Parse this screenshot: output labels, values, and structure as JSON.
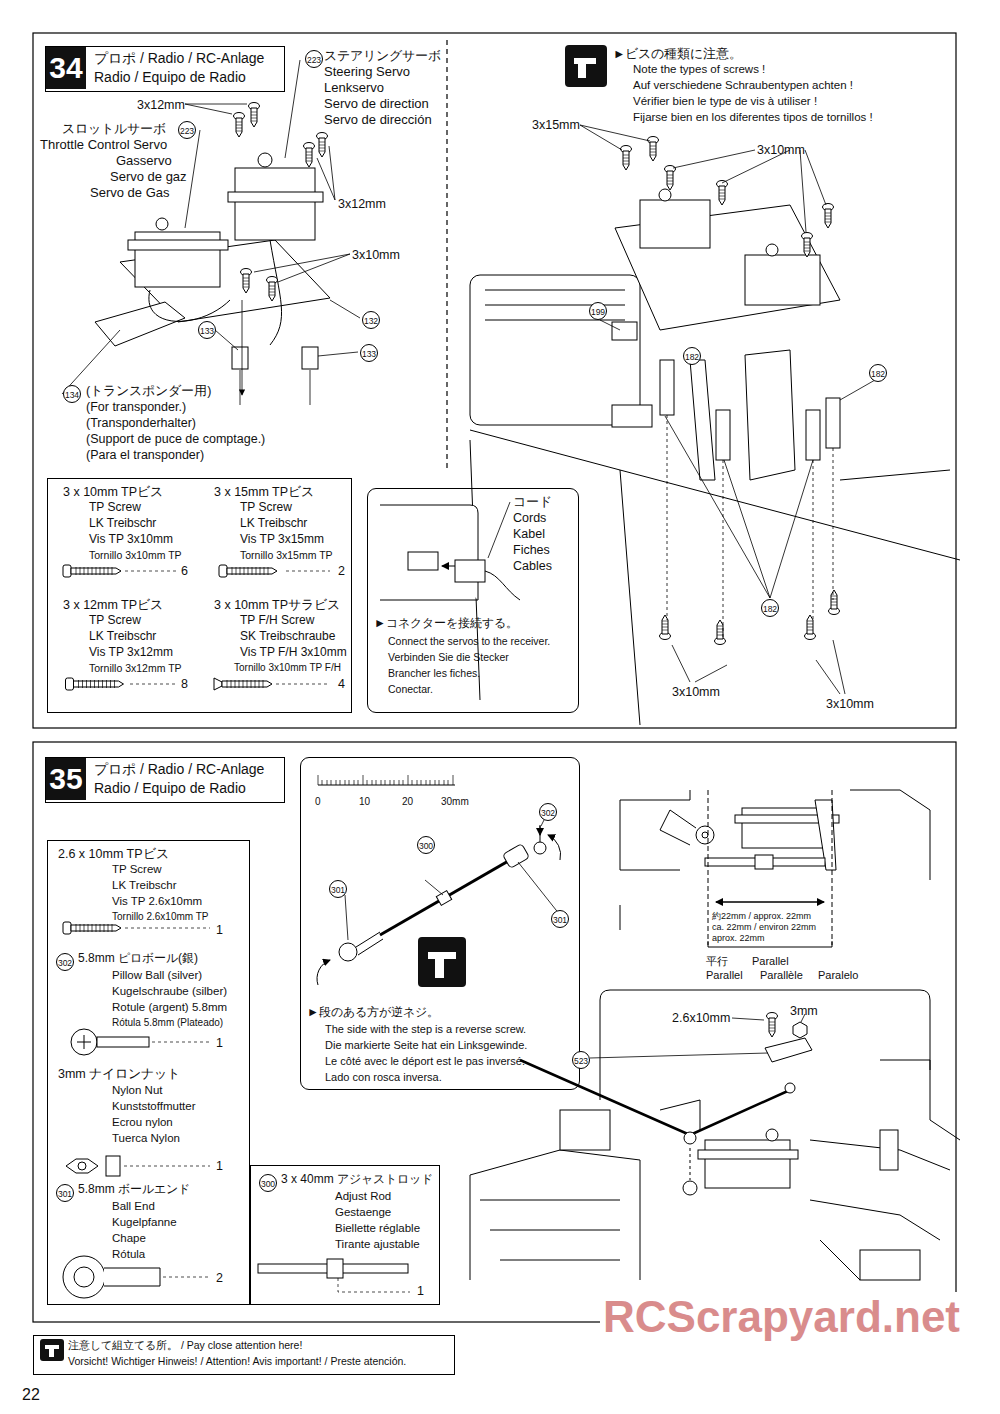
{
  "diagram": {
    "nodes": [
      {
        "text": [
          "34",
          "プロポ / Radio / RC-Anlage",
          "Radio / Equipo de Radio"
        ]
      },
      {
        "text": [
          "3 x 10mm TPビス",
          "TP Screw",
          "LK Treibschr",
          "Vis TP 3x10mm",
          "Tornillo 3x10mm TP",
          "6",
          "3 x 15mm TPビス",
          "TP Screw",
          "LK Treibschr",
          "Vis TP 3x15mm",
          "Tornillo 3x15mm TP",
          "2",
          "3 x 12mm TPビス",
          "TP Screw",
          "LK Treibschr",
          "Vis TP 3x12mm",
          "Tornillo 3x12mm TP",
          "8",
          "3 x 10mm TPサラビス",
          "TP F/H Screw",
          "SK Treibschraube",
          "Vis TP F/H 3x10mm",
          "Tornillo 3x10mm TP F/H",
          "4"
        ]
      },
      {
        "text": [
          "コード",
          "Cords",
          "Kabel",
          "Fiches",
          "Cables",
          "►コネクターを接続する。",
          "Connect the servos to the receiver.",
          "Verbinden Sie die Stecker",
          "Brancher les fiches.",
          "Conectar."
        ]
      },
      {
        "text": [
          "35",
          "プロポ / Radio / RC-Anlage",
          "Radio / Equipo de Radio"
        ]
      },
      {
        "text": [
          "2.6 x 10mm TPビス",
          "TP Screw",
          "LK Treibschr",
          "Vis TP 2.6x10mm",
          "Tornillo 2.6x10mm TP",
          "1",
          "302",
          "5.8mm ピロボール(銀)",
          "Pillow Ball (silver)",
          "Kugelschraube (silber)",
          "Rotule (argent) 5.8mm",
          "Rótula 5.8mm (Plateado)",
          "1",
          "3mm ナイロンナット",
          "Nylon Nut",
          "Kunststoffmutter",
          "Ecrou nylon",
          "Tuerca Nylon",
          "1",
          "301",
          "5.8mm ボールエンド",
          "Ball End",
          "Kugelpfanne",
          "Chape",
          "Rótula",
          "2"
        ]
      },
      {
        "text": [
          "300",
          "3 x 40mm アジャストロッド",
          "Adjust Rod",
          "Gestaenge",
          "Biellette réglable",
          "Tirante ajustable",
          "1"
        ]
      },
      {
        "text": [
          "0",
          "10",
          "20",
          "30mm",
          "302",
          "300",
          "301",
          "301",
          "►段のある方が逆ネジ。",
          "The side with the step is a reverse screw.",
          "Die markierte Seite hat ein Linksgewinde.",
          "Le côté avec le déport est le pas inversé.",
          "Lado con rosca inversa."
        ]
      },
      {
        "text": [
          "注意して組立てる所。 / Pay close attention here!",
          "Vorsicht! Wichtiger Hinweis! / Attention! Avis important! / Preste atención."
        ]
      }
    ],
    "labels": [
      "223",
      "ステアリングサーボ",
      "Steering Servo",
      "Lenkservo",
      "Servo de direction",
      "Servo de dirección",
      "3x12mm",
      "スロットルサーボ",
      "223",
      "Throttle Control Servo",
      "Gasservo",
      "Servo de gaz",
      "Servo de Gas",
      "3x12mm",
      "3x10mm",
      "132",
      "133",
      "133",
      "134",
      "(トランスポンダー用)",
      "(For transponder.)",
      "(Transponderhalter)",
      "(Support de puce de comptage.)",
      "(Para el transponder)",
      "►ビスの種類に注意。",
      "Note the types of screws !",
      "Auf verschiedene Schraubentypen achten !",
      "Vérifier bien le type de vis à utiliser !",
      "Fijarse bien en los diferentes tipos de tornillos !",
      "3x15mm",
      "3x10mm",
      "199",
      "182",
      "182",
      "182",
      "3x10mm",
      "3x10mm",
      "約22mm / approx. 22mm",
      "ca. 22mm / environ 22mm",
      "aprox. 22mm",
      "平行",
      "Parallel",
      "Parallel",
      "Parallèle",
      "Paralelo",
      "2.6x10mm",
      "3mm",
      "523",
      "RCScrapyard.net",
      "22"
    ]
  }
}
